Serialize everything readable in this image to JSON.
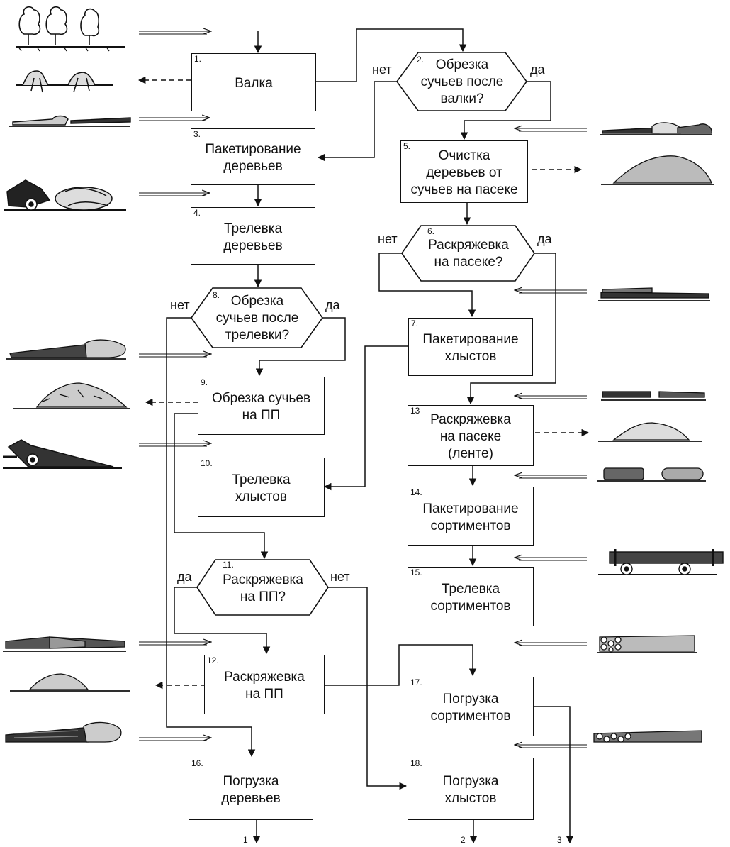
{
  "diagram": {
    "steps": [
      {
        "num": "1.",
        "label": "Валка"
      },
      {
        "num": "2.",
        "label": "Обрезка\nсучьев после\nвалки?"
      },
      {
        "num": "3.",
        "label": "Пакетирование\nдеревьев"
      },
      {
        "num": "4.",
        "label": "Трелевка\nдеревьев"
      },
      {
        "num": "5.",
        "label": "Очистка\nдеревьев от\nсучьев на пасеке"
      },
      {
        "num": "6.",
        "label": "Раскряжевка\nна пасеке?"
      },
      {
        "num": "7.",
        "label": "Пакетирование\nхлыстов"
      },
      {
        "num": "8.",
        "label": "Обрезка\nсучьев после\nтрелевки?"
      },
      {
        "num": "9.",
        "label": "Обрезка сучьев\nна ПП"
      },
      {
        "num": "10.",
        "label": "Трелевка\nхлыстов"
      },
      {
        "num": "11.",
        "label": "Раскряжевка\nна ПП?"
      },
      {
        "num": "12.",
        "label": "Раскряжевка\nна ПП"
      },
      {
        "num": "13",
        "label": "Раскряжевка\nна пасеке\n(ленте)"
      },
      {
        "num": "14.",
        "label": "Пакетирование\nсортиментов"
      },
      {
        "num": "15.",
        "label": "Трелевка\nсортиментов"
      },
      {
        "num": "16.",
        "label": "Погрузка\nдеревьев"
      },
      {
        "num": "17.",
        "label": "Погрузка\nсортиментов"
      },
      {
        "num": "18.",
        "label": "Погрузка\nхлыстов"
      }
    ],
    "branch_no": "нет",
    "branch_yes": "да",
    "outputs": [
      "1",
      "2",
      "3"
    ]
  }
}
